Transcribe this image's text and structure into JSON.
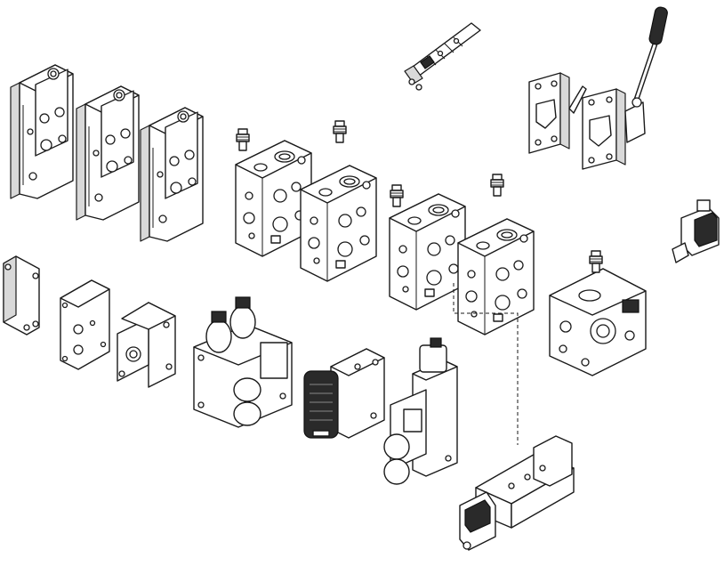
{
  "diagram": {
    "kind": "exploded-view",
    "background": "#ffffff",
    "line_color": "#1a1a1a",
    "groups": [
      {
        "id": "end-plates",
        "count": 3
      },
      {
        "id": "valve-sections-left",
        "count": 2
      },
      {
        "id": "valve-sections-right",
        "count": 2
      },
      {
        "id": "spool",
        "count": 1
      },
      {
        "id": "lever-assembly",
        "count": 2
      },
      {
        "id": "small-solenoid",
        "count": 1
      },
      {
        "id": "cover-caps",
        "count": 3
      },
      {
        "id": "double-solenoid-block",
        "count": 1
      },
      {
        "id": "black-solenoid-block",
        "count": 1
      },
      {
        "id": "vertical-solenoid-block",
        "count": 1
      },
      {
        "id": "horizontal-actuator",
        "count": 1
      },
      {
        "id": "inlet-section",
        "count": 1
      }
    ],
    "connector": "dashed-line"
  }
}
